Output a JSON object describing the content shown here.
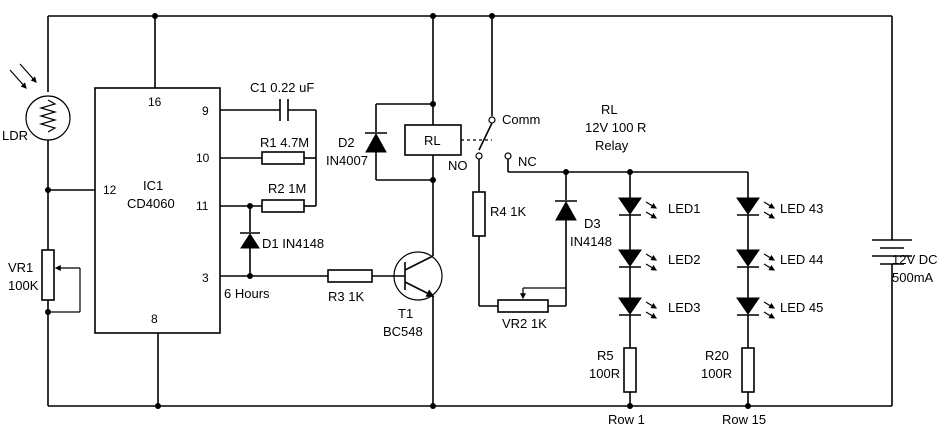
{
  "ic": {
    "name": "IC1",
    "part": "CD4060",
    "pins": {
      "p16": "16",
      "p9": "9",
      "p10": "10",
      "p11": "11",
      "p12": "12",
      "p3": "3",
      "p8": "8"
    }
  },
  "components": {
    "ldr": "LDR",
    "vr1_name": "VR1",
    "vr1_value": "100K",
    "c1": "C1 0.22 uF",
    "r1": "R1 4.7M",
    "r2": "R2 1M",
    "d1": "D1 IN4148",
    "r3": "R3 1K",
    "six_hours": "6 Hours",
    "t1_name": "T1",
    "t1_part": "BC548",
    "d2_name": "D2",
    "d2_part": "IN4007",
    "relay_box": "RL",
    "relay_comm": "Comm",
    "relay_no": "NO",
    "relay_nc": "NC",
    "relay_title": "RL",
    "relay_spec": "12V 100 R",
    "relay_word": "Relay",
    "r4": "R4 1K",
    "d3_name": "D3",
    "d3_part": "IN4148",
    "vr2": "VR2 1K",
    "led1": "LED1",
    "led2": "LED2",
    "led3": "LED3",
    "led43": "LED 43",
    "led44": "LED 44",
    "led45": "LED 45",
    "r5_name": "R5",
    "r5_value": "100R",
    "r20_name": "R20",
    "r20_value": "100R",
    "row1": "Row 1",
    "row15": "Row 15",
    "supply_v": "12V DC",
    "supply_i": "500mA"
  }
}
